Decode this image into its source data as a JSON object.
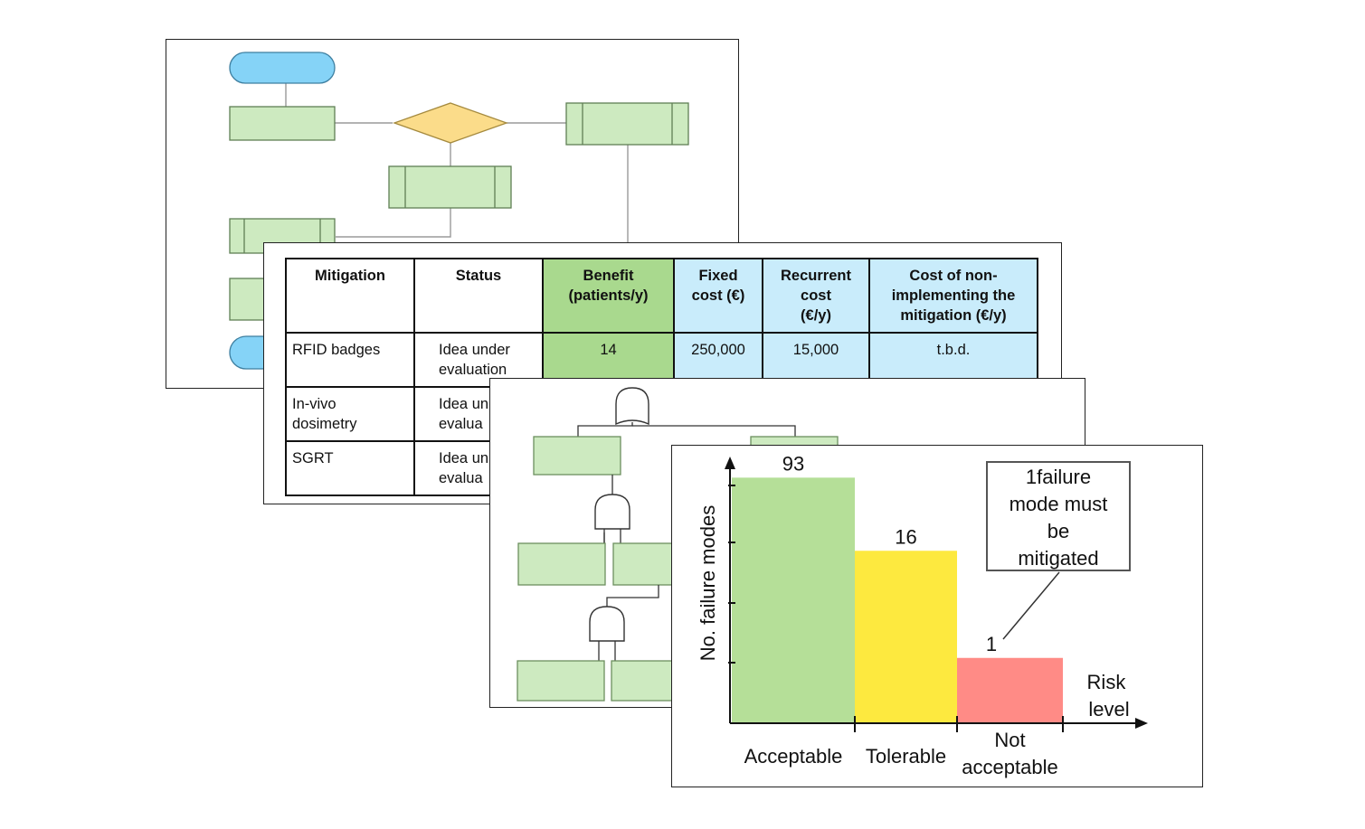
{
  "table": {
    "headers": {
      "mitigation": "Mitigation",
      "status": "Status",
      "benefit_line1": "Benefit",
      "benefit_line2": "(patients/y)",
      "fixed_line1": "Fixed",
      "fixed_line2": "cost (€)",
      "recurrent_line1": "Recurrent",
      "recurrent_line2": "cost",
      "recurrent_line3": "(€/y)",
      "nonimpl_line1": "Cost of non-",
      "nonimpl_line2": "implementing the",
      "nonimpl_line3": "mitigation (€/y)"
    },
    "rows": [
      {
        "mitigation_line1": "RFID badges",
        "mitigation_line2": "",
        "status_line1": "Idea under",
        "status_line2": "evaluation",
        "benefit": "14",
        "fixed": "250,000",
        "recurrent": "15,000",
        "nonimpl": "t.b.d."
      },
      {
        "mitigation_line1": "In-vivo",
        "mitigation_line2": "dosimetry",
        "status_line1": "Idea un",
        "status_line2": "evalua"
      },
      {
        "mitigation_line1": "SGRT",
        "mitigation_line2": "",
        "status_line1": "Idea un",
        "status_line2": "evalua"
      }
    ]
  },
  "chart_data": {
    "type": "bar",
    "ylabel": "No. failure modes",
    "xlabel_line1": "Risk",
    "xlabel_line2": "level",
    "categories": [
      "Acceptable",
      "Tolerable",
      "Not acceptable"
    ],
    "category_lines": [
      [
        "Acceptable"
      ],
      [
        "Tolerable"
      ],
      [
        "Not",
        "acceptable"
      ]
    ],
    "values": [
      93,
      16,
      1
    ],
    "value_labels": [
      "93",
      "16",
      "1"
    ],
    "display_heights": [
      0.94,
      0.66,
      0.25
    ],
    "colors": [
      "#b5df98",
      "#fde93f",
      "#ff8b86"
    ],
    "annotation_lines": [
      "1failure",
      "mode must",
      "be",
      "mitigated"
    ],
    "grid": false
  },
  "colors": {
    "terminator": "#85d3f7",
    "process": "#cdeac0",
    "decision": "#fbdc8a"
  }
}
